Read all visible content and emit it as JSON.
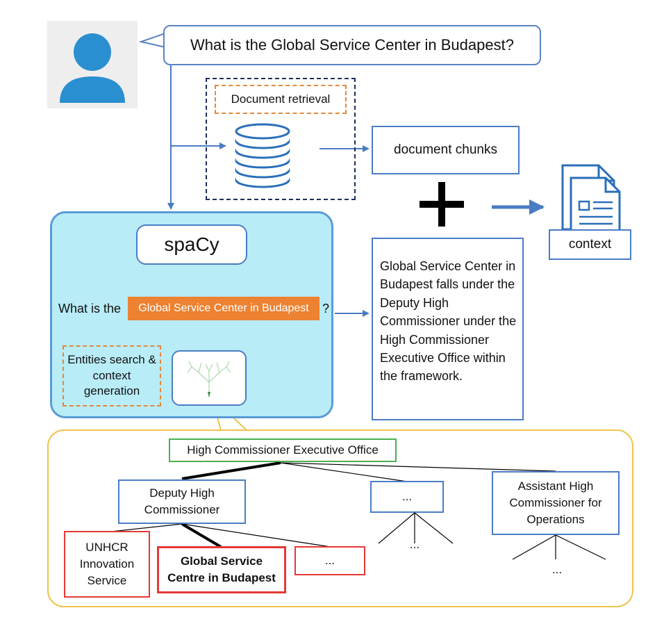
{
  "question": "What is the Global Service Center in Budapest?",
  "retrieval": {
    "label": "Document retrieval",
    "chunks_label": "document chunks"
  },
  "plus_symbol": "+",
  "context_label": "context",
  "spacy": {
    "title": "spaCy",
    "question_prefix": "What is the",
    "entity": "Global Service Center in Budapest",
    "question_suffix": "?",
    "entities_label": "Entities search & context generation"
  },
  "answer": "Global Service Center in Budapest falls under the Deputy High Commissioner under the High Commissioner Executive Office within the framework.",
  "org_tree": {
    "root": "High Commissioner Executive Office",
    "deputy": "Deputy High Commissioner",
    "middle_placeholder": "...",
    "assistant": "Assistant High Commissioner for Operations",
    "unhcr": "UNHCR Innovation Service",
    "gsc": "Global Service Centre in Budapest",
    "red_placeholder": "...",
    "middle_children_placeholder": "...",
    "assistant_children_placeholder": "..."
  },
  "colors": {
    "blue_line": "#4a7cc4",
    "user_icon": "#2a8fd0",
    "spacy_panel": "#b8ecf7",
    "entity_highlight": "#ec8232",
    "orange_dashed": "#e3883a",
    "green_node": "#4caf50",
    "red_node": "#e53935",
    "yellow_panel": "#eec24b"
  }
}
